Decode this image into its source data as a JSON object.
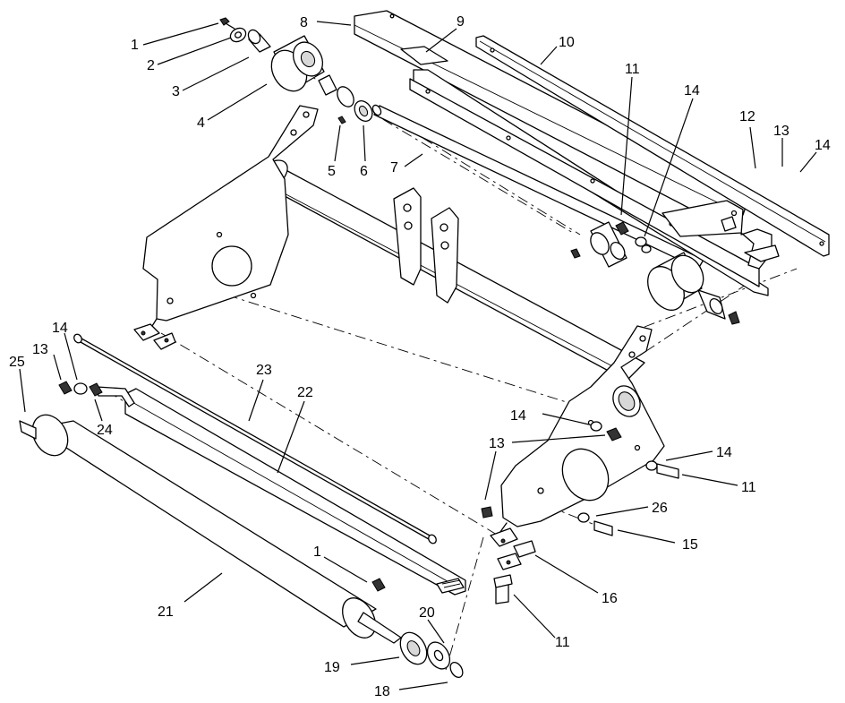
{
  "callouts": [
    {
      "id": "c1a",
      "label": "1"
    },
    {
      "id": "c2",
      "label": "2"
    },
    {
      "id": "c3",
      "label": "3"
    },
    {
      "id": "c4",
      "label": "4"
    },
    {
      "id": "c5",
      "label": "5"
    },
    {
      "id": "c6",
      "label": "6"
    },
    {
      "id": "c7",
      "label": "7"
    },
    {
      "id": "c8",
      "label": "8"
    },
    {
      "id": "c9",
      "label": "9"
    },
    {
      "id": "c10",
      "label": "10"
    },
    {
      "id": "c11a",
      "label": "11"
    },
    {
      "id": "c14a",
      "label": "14"
    },
    {
      "id": "c12",
      "label": "12"
    },
    {
      "id": "c13a",
      "label": "13"
    },
    {
      "id": "c14b",
      "label": "14"
    },
    {
      "id": "c14c",
      "label": "14"
    },
    {
      "id": "c13b",
      "label": "13"
    },
    {
      "id": "c25",
      "label": "25"
    },
    {
      "id": "c24",
      "label": "24"
    },
    {
      "id": "c23",
      "label": "23"
    },
    {
      "id": "c22",
      "label": "22"
    },
    {
      "id": "c14d",
      "label": "14"
    },
    {
      "id": "c13c",
      "label": "13"
    },
    {
      "id": "c14e",
      "label": "14"
    },
    {
      "id": "c11b",
      "label": "11"
    },
    {
      "id": "c26",
      "label": "26"
    },
    {
      "id": "c15",
      "label": "15"
    },
    {
      "id": "c16",
      "label": "16"
    },
    {
      "id": "c11c",
      "label": "11"
    },
    {
      "id": "c1b",
      "label": "1"
    },
    {
      "id": "c21",
      "label": "21"
    },
    {
      "id": "c20",
      "label": "20"
    },
    {
      "id": "c19",
      "label": "19"
    },
    {
      "id": "c18",
      "label": "18"
    }
  ]
}
